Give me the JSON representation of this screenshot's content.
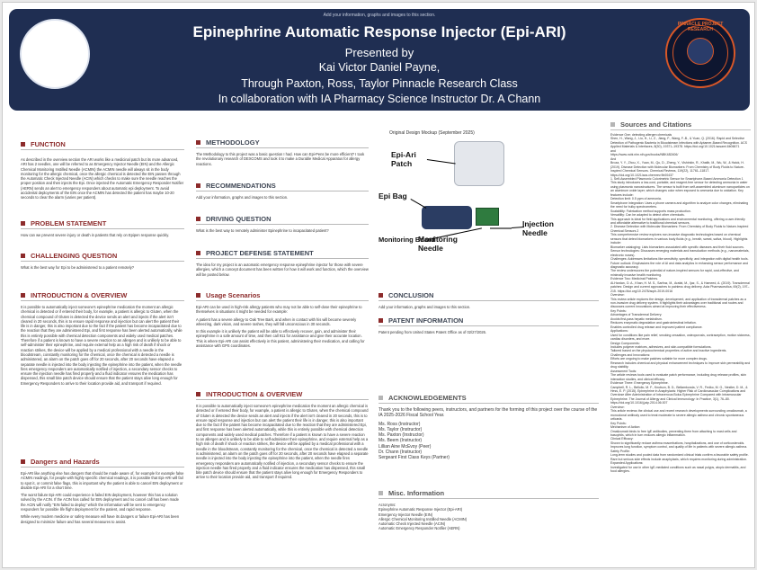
{
  "header": {
    "instruction": "Add your information, graphs and images to this section.",
    "title": "Epinephrine Automatic Response Injector (Epi-ARI)",
    "lines": [
      "Presented by",
      "Kai Victor Daniel Payne,",
      "Through Paxton, Ross, Taylor Pinnacle Research Class",
      "In collaboration with IA Pharmacy Science Instructor Dr. A Chann"
    ],
    "logo_right_text": "PINNACLE PROJECT RESEARCH"
  },
  "function": {
    "title": "FUNCTION",
    "text": "As described in the overview section the ARI works like a medicinal patch but its more advanced, ARI has 2 needles, one will be referred to as Emergency Injector Needle (EIN) and the Allergic Chemical Monitoring Instilled Needle (ACMIN) the ACMIN needle will always sit in the body monitoring for the allergic chemical, once the allergic chemical is detected the EIN passes through the Automatic Check Injected Needle (ACIN) which checks to make sure the needle reaches the proper position and then injects the Epi. Once injected the Automatic Emergency Responder Notifier (AERN) sends an alert to emergency responders about automatic epi deployment. To avoid accidental deployments of the EIN once the ACMIN has detected the patient has maybe 10-20 seconds to clear the alarm (varies per patient)."
  },
  "problem": {
    "title": "PROBLEM STATEMENT",
    "text": "How can we prevent severe injury or death in patients that rely on Epipen response quickly."
  },
  "challenging": {
    "title": "CHALLENGING QUESTION",
    "text": "What is the best way for Epi to be administered to a patient remotely?"
  },
  "methodology": {
    "title": "METHODOLOGY",
    "text": "The Methodology to this project was a basic question I had. How can Epi-Pens be more efficient? I took the revolutionary research of DEXCOMS and took it to make a Durable Medical Apparatus for allergy reactions."
  },
  "recommendations": {
    "title": "RECOMMENDATIONS",
    "text": "Add your information, graphs and images to this section."
  },
  "driving": {
    "title": "DRIVING QUESTION",
    "text": "What is the best way to remotely administer Epinephrine to incapacitated patient?"
  },
  "defense": {
    "title": "PROJECT DEFENSE STATEMENT",
    "text": "The idea for my project is an automatic emergency response epinephrine injector for those with severe allergies, which a concept document has been written for how it will work and function, which the overview will be posted below."
  },
  "mockup": {
    "caption": "Original Design Mockup (September 2025)",
    "labels": {
      "patch": "Epi-Ari Patch",
      "bag": "Epi Bag",
      "board": "Monitoring Board",
      "monitoring_needle": "Monitoring Needle",
      "injection_needle": "Injection Needle"
    }
  },
  "intro": {
    "title": "INTRODUCTION & OVERVIEW",
    "text": "It is possible to automatically inject someone's epinephrine medication the moment an allergic chemical is detected or if entered their body, for example, a patient is allergic to Gluten, when the chemical compound of Gluten is detected the device sends an alert and injects if the alert isn't cleared in 20 seconds, this is to ensure rapid response and injection but can alert the patient their life is in danger, this is also important due to the fact if the patient has become incapacitated due to the reaction that they are administered Epi, and first response has been alerted automatically, while this is entirely possible with chemical detection components and widely used medical patches. Therefore if a patient is known to have a severe reaction to an allergen and is unlikely to be able to self-administer their epinephrine, and require external help as a high risk of death if shock or reaction strikes, the device will be applied by a medical professional with a needle in the bloodstream, constantly monitoring for the chemical, once the chemical is detected a needle is administered, an alarm on the patch goes off for 20 seconds, after 20 seconds have elapsed a separate needle is injected into the body injecting the epinephrine into the patient, when the needle fires emergency responders are automatically notified of injection, a secondary sensor checks to ensure the injection needle has fired properly and a fluid indicator ensures the medication has dispensed, this small bite patch device should ensure that the patient stays alive long enough for Emergency Responders to arrive to their location provide aid, and transport if required."
  },
  "usage": {
    "title": "Usage Scenarios",
    "p1": "Epi-ARI can be used in high-risk allergy patients who may not be able to self-dose their epinephrine to themselves in situations it might be needed for example:",
    "p2": "A patient has a severe allergy to Oak Tree Bark, and when in contact with his will become severely wheezing, dark vision, and severe rashes, they will fall unconscious in 30 seconds.",
    "p3": "In this example it is unlikely the patient will be able to effectively recover, gain, and administer their epinephrine in a safe amount of time, and then call 911 for assistance and give their accurate location. This is where Epi-ARI can assist effectively in this patient, administering their medication, and calling for assistance with GPS coordinates."
  },
  "intro2": {
    "title": "INTRODUCTION & OVERVIEW",
    "text": "It is possible to automatically inject someone's epinephrine medication the moment an allergic chemical is detected or if entered their body, for example, a patient is allergic to Gluten, when the chemical compound of Gluten is detected the device sends an alert and injects if the alert isn't cleared in 20 seconds, this is to ensure rapid response and injection but can alert the patient their life is in danger, this is also important due to the fact if the patient has become incapacitated due to the reaction that they are administered Epi, and first response has been alerted automatically, while this is entirely possible with chemical detection components and widely used medical patches. Therefore if a patient is known to have a severe reaction to an allergen and is unlikely to be able to self-administer their epinephrine, and require external help as a high risk of death if shock or reaction strikes, the device will be applied by a medical professional with a needle in the bloodstream, constantly monitoring for the chemical, once the chemical is detected a needle is administered, an alarm on the patch goes off for 20 seconds, after 20 seconds have elapsed a separate needle is injected into the body injecting the epinephrine into the patient, when the needle fires emergency responders are automatically notified of injection, a secondary sensor checks to ensure the injection needle has fired properly and a fluid indicator ensures the medication has dispensed, this small bite patch device should ensure that the patient stays alive long enough for Emergency Responders to arrive to their location provide aid, and transport if required."
  },
  "dangers": {
    "title": "Dangers and Hazards",
    "p1": "Epi-ARI like anything else has dangers that should be made aware of, for example for example false ACMIN readings, for people with highly specific chemical readings, it is possible that Epi-ARI will fail to spot it, or commit false flags, this is important why the patient is able to cancel EIN deployment or disable Epi-ARI for a short time.",
    "p2": "The worst failure Epi-ARI could experience is failed EIN deployment, however this has a solution solved by the ACIN. If the ACIN has called for EIN deployment and no cancel call has been made the ACIN will notify \"EIN failed to deploy\" which the information will be sent to emergency responders for possible life flight deployment for the patient, and rapid response.",
    "p3": "While every modern medicine or safety measure will have its dangers or failure Epi-ARI has been designed to minimize failure and has several measures to assist."
  },
  "conclusion": {
    "title": "CONCLUSION",
    "text": "Add your information, graphs and images to this section."
  },
  "patent": {
    "title": "PATENT INFORMATION",
    "text": "Patent pending from United States Patent Office as of 02/27/2026."
  },
  "acknowledgements": {
    "title": "ACKNOWLEDGEMENTS",
    "intro": "Thank you to the following peers, instructors, and partners for the forming of this project over the course of the IA 2025-2026 Fiscal School Year.",
    "items": [
      "Ms. Ross (Instructor)",
      "Ms. Taylor (Instructor)",
      "Ms. Paxton (Instructor)",
      "Ms. Beem (Instructor)",
      "Lillian Aine McEvoy (Peer)",
      "Dr. Chann (Instructor)",
      "Sergeant First Class Keys (Partner)"
    ]
  },
  "misc": {
    "title": "Misc. Information",
    "lines": [
      "Acronyms:",
      "Epinephrine Automatic Response Injector (Epi-ARI)",
      "Emergency Injector Needle (EIN)",
      "Allergic Chemical Monitoring Instilled Needle (ACMIN)",
      "Automatic Check Injected Needle (ACIN)",
      "Automatic Emergency Responder Notifier (AERN)"
    ]
  },
  "sources": {
    "title": "Sources and Citations",
    "lines": [
      "Evidence One; detecting allergen chemicals",
      "Shen, H., Wang, J., Liu, H., Li, Z., Jiang, F., Wang, F.-B., & Yuan, Q. (2016). Rapid and Selective Detection of Pathogenic Bacteria in Bloodstream Infections with Aptamer-Based Recognition. ACS Applied Materials & Interfaces, 8(30), 19371–19378. https://doi.org/10.1021/acsami.6b06671",
      "and",
      "https://www.ncbi.nlm.nih.gov/books/NBK482406/",
      "And",
      "Broza, Y. Y., Zhou, X., Yuan, M., Qu, D., Zheng, Y., Vishinkin, R., Khatib, M., Wu, W., & Haick, H. (2019). Disease Detection with Molecular Biomarkers: From Chemistry of Body Fluids to Nature-Inspired Chemical Sensors. Chemical Reviews, 119(22), 11761–11817. https://doi.org/10.1021/acs.chemrev.9b00437",
      "1. Self-Assembled Plasmonic Colorimetric Sensor for Smartphone-Based Ammonia Detection 1",
      "This study introduces a low-cost, portable, and reagent-free sensor for detecting ammonia in water using plasmonic nanostructures. The sensor is built from self-assembled aluminum nanoparticles on an aluminum oxide layer, which changes color when exposed to ammonia due to oxidation. Key features include:",
      "Detection limit: 0.5 ppm of ammonia.",
      "Smartphone integration: Uses a phone camera and algorithm to analyze color changes, eliminating the need for bulky spectrometers.",
      "Scalability: Fabrication method supports mass production.",
      "Versatility: Can be adapted to detect other chemicals.",
      "This approach is ideal for field applications and environmental monitoring, offering a user-friendly and affordable alternative to traditional chemical sensors.",
      "2. Disease Detection with Molecular Biomarkers: From Chemistry of Body Fluids to Nature-Inspired Chemical Sensors 2",
      "This comprehensive review explores non-invasive diagnostic technologies based on chemical sensors that detect biomarkers in various body fluids (e.g., breath, sweat, saliva, blood). Highlights include:",
      "Biomarker cataloging: Lists biomarkers associated with specific diseases and their fluid sources.",
      "Sensor technologies: Discusses emerging materials and transduction methods (e.g., nanomaterials, electronic noses).",
      "Challenges: Addresses limitations like sensitivity, specificity, and integration with digital health tools.",
      "Future outlook: Emphasizes the role of AI and data analytics in enhancing sensor performance and diagnostic accuracy.",
      "The review underscores the potential of nature-inspired sensors for rapid, cost-effective, and minimally invasive health monitoring.",
      "Evidence Two: Medicinal Patches.",
      "Al-Hardan, O. A., Khan, H. M. S., Sarfraz, M., Arafat, M., Ijaz, S., & Hameed, A. (2019). Transdermal patches: Design and current approaches to painless drug delivery. Acta Pharmaceutica, 69(2), 197–215. https://doi.org/10.2478/acph-2019-0016",
      "Overview:",
      "This review article explores the design, development, and application of transdermal patches as a non-invasive drug delivery system. It highlights their advantages over traditional oral routes and discusses current innovations aimed at improving their effectiveness.",
      "Key Points:",
      "Advantages of Transdermal Delivery:",
      "Avoids first-pass hepatic metabolism.",
      "Reduces enzymatic degradation and gastrointestinal irritation.",
      "Enables controlled drug release and improved patient compliance.",
      "Applications:",
      "Used for conditions like pain relief, smoking cessation, osteoporosis, contraception, motion sickness, cardiac disorders, and more.",
      "Design Components:",
      "Includes polymer matrices, adhesives, and skin-compatible formulations.",
      "Tailored based on the physicochemical properties of active and inactive ingredients.",
      "Challenges and Innovations:",
      "Efforts are ongoing to make patches suitable for more complex drugs.",
      "Research includes chemical and physical enhancement techniques to improve skin permeability and drug stability.",
      "Assessment Tools:",
      "The article reviews tools used to evaluate patch performance, including drug release profiles, skin interaction studies, and clinical efficacy.",
      "Evidence Three: Emergency Epinephrine.",
      "Campbell, R. L., Bellolio, M. F., Knutson, B. D., Bellamkonda, V. R., Fedko, M. G., Nestler, D. M., & Hess, E. P. (2015). Epinephrine in Anaphylaxis: Higher Risk of Cardiovascular Complications and Overdose After Administration of Intravenous Bolus Epinephrine Compared with Intramuscular Epinephrine. The Journal of Allergy and Clinical Immunology: In Practice, 3(1), 76–80. https://doi.org/10.1016/j.jaip.2014.06.007",
      "Overview:",
      "This article reviews the clinical use and recent research developments surrounding omalizumab, a monoclonal antibody used to treat moderate to severe allergic asthma and chronic spontaneous urticaria.",
      "Key Points:",
      "Mechanism of Action:",
      "Omalizumab binds to free IgE antibodies, preventing them from attaching to mast cells and basophils, which in turn reduces allergic inflammation.",
      "Clinical Efficacy:",
      "Shown to significantly reduce asthma exacerbations, hospitalizations, and use of corticosteroids.",
      "Improves lung function, symptom control, and quality of life in patients with severe allergic asthma.",
      "Safety Profile:",
      "Long-term studies and pooled data from randomized clinical trials confirm a favorable safety profile.",
      "Rare but serious side effects include anaphylaxis, which requires monitoring during administration.",
      "Expanded Applications:",
      "Investigated for use in other IgE-mediated conditions such as nasal polyps, atopic dermatitis, and food allergies."
    ]
  }
}
